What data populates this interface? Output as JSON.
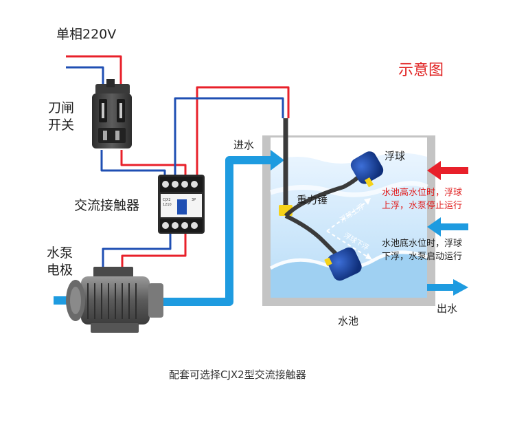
{
  "diagram": {
    "labels": {
      "power_supply": "单相220V",
      "knife_switch_line1": "刀闸",
      "knife_switch_line2": "开关",
      "contactor": "交流接触器",
      "pump_line1": "水泵",
      "pump_line2": "电极",
      "title": "示意图",
      "inlet": "进水",
      "float_ball": "浮球",
      "weight": "重力锤",
      "float_up": "浮球上浮",
      "float_down": "浮球下浮",
      "outlet": "出水",
      "tank": "水池",
      "caption": "配套可选择CJX2型交流接触器"
    },
    "notes": {
      "high_line1": "水池高水位时，浮球",
      "high_line2": "上浮，水泵停止运行",
      "low_line1": "水池底水位时，浮球",
      "low_line2": "下浮，水泵启动运行"
    },
    "contactor_face": {
      "model": "CJX2",
      "code": "1210",
      "rating": "3P"
    },
    "colors": {
      "wire_red": "#e8202a",
      "wire_blue": "#1f4fb3",
      "pipe_blue": "#1e9be0",
      "note_red": "#e02020",
      "title_red": "#e02020",
      "tank_gray": "#b8b8b8",
      "water_light": "#dcefff",
      "float_blue": "#1c47a8",
      "weight_yellow": "#f5d21a",
      "arrow_red": "#e8202a",
      "arrow_blue": "#1e9be0"
    }
  }
}
